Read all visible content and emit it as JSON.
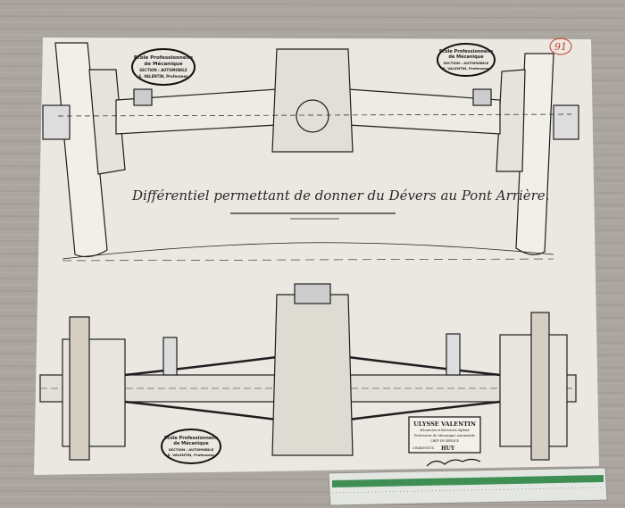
{
  "drawing": {
    "title": "Différentiel permettant de donner du Dévers au Pont Arrière.",
    "sheet_number": "91",
    "stamp": {
      "line1": "Ecole Professionnelle",
      "line2": "de Mécanique",
      "line3": "SECTION : AUTOMOBILE",
      "line4": "E. VALENTIN, Professeur"
    },
    "nameplate": {
      "name": "ULYSSE VALENTIN",
      "line2": "Mécanicien et Electricien diplômé",
      "line3": "Professeur de Mécanique automobile",
      "line4": "CHEF DE SERVICE",
      "left": "CHARGNEUX",
      "town": "HUY"
    }
  },
  "colors": {
    "wood": "#a9a49d",
    "paper": "#ebe8e1",
    "ink": "#1e1e1e",
    "ruler_green": "#3f8f55",
    "number_red": "#c0392b"
  }
}
